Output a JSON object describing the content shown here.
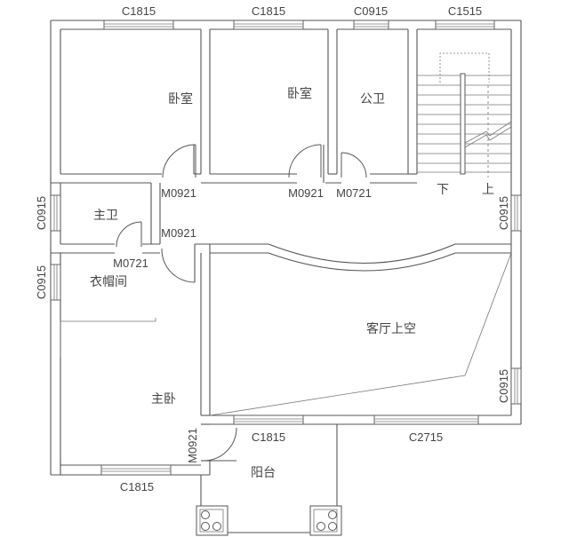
{
  "plan": {
    "rooms": {
      "bedroom_1": "卧室",
      "bedroom_2": "卧室",
      "public_bath": "公卫",
      "master_bath": "主卫",
      "cloakroom": "衣帽间",
      "master_bedroom": "主卧",
      "living_void": "客厅上空",
      "balcony": "阳台"
    },
    "stairs": {
      "down": "下",
      "up": "上"
    },
    "windows": {
      "top_1": "C1815",
      "top_2": "C1815",
      "top_3": "C0915",
      "top_4": "C1515",
      "left_1": "C0915",
      "left_2": "C0915",
      "right_1": "C0915",
      "right_2": "C0915",
      "bottom_left": "C1815",
      "bottom_mid": "C1815",
      "bottom_right": "C2715"
    },
    "doors": {
      "bedroom_1": "M0921",
      "corridor": "M0921",
      "bedroom_2": "M0921",
      "public_bath": "M0721",
      "master_bath": "M0721",
      "balcony": "M0921"
    }
  }
}
